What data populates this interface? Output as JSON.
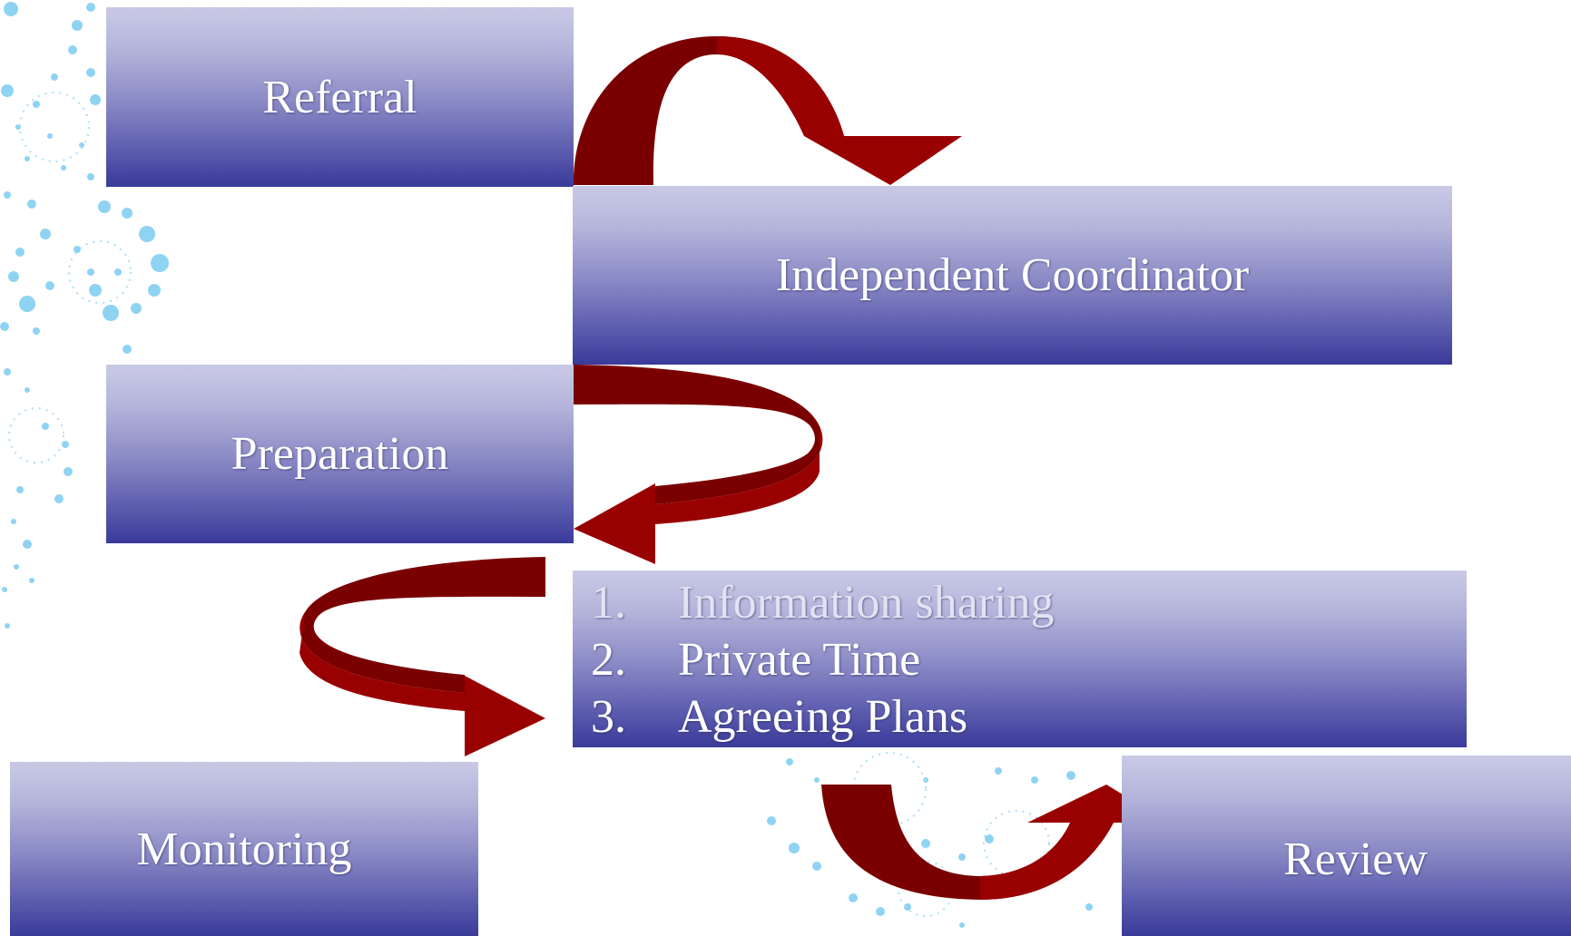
{
  "diagram": {
    "boxes": {
      "referral": "Referral",
      "coordinator": "Independent Coordinator",
      "preparation": "Preparation",
      "monitoring": "Monitoring",
      "review": "Review"
    },
    "steps": [
      {
        "num": "1.",
        "label": "Information sharing"
      },
      {
        "num": "2.",
        "label": "Private Time"
      },
      {
        "num": "3.",
        "label": "Agreeing Plans"
      }
    ]
  },
  "colors": {
    "arrow_dark": "#7a0000",
    "arrow_light": "#990000",
    "box_top": "#c9c9e6",
    "box_bottom": "#3a3a9a",
    "dots": "#6cc4ee"
  }
}
